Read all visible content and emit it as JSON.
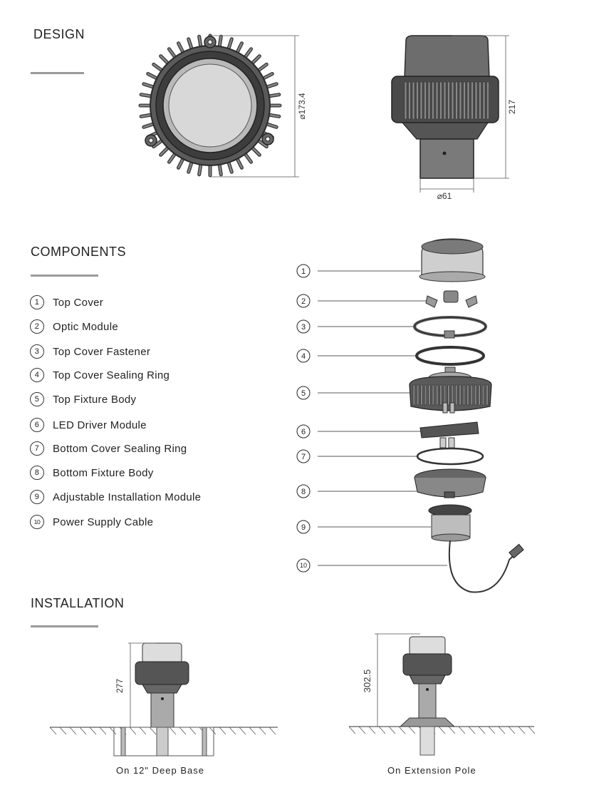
{
  "sections": {
    "design": "DESIGN",
    "components": "COMPONENTS",
    "installation": "INSTALLATION"
  },
  "dimensions": {
    "diameter_top": "⌀173.4",
    "height": "217",
    "diameter_base": "⌀61",
    "deep_base_height": "277",
    "pole_height": "302.5"
  },
  "components": [
    {
      "num": "1",
      "label": "Top Cover"
    },
    {
      "num": "2",
      "label": "Optic Module"
    },
    {
      "num": "3",
      "label": "Top Cover Fastener"
    },
    {
      "num": "4",
      "label": "Top Cover Sealing Ring"
    },
    {
      "num": "5",
      "label": "Top Fixture Body"
    },
    {
      "num": "6",
      "label": "LED Driver Module"
    },
    {
      "num": "7",
      "label": "Bottom Cover Sealing Ring"
    },
    {
      "num": "8",
      "label": "Bottom Fixture Body"
    },
    {
      "num": "9",
      "label": "Adjustable Installation Module"
    },
    {
      "num": "10",
      "label": "Power Supply Cable"
    }
  ],
  "installation": {
    "caption_left": "On 12\" Deep Base",
    "caption_right": "On Extension Pole"
  }
}
